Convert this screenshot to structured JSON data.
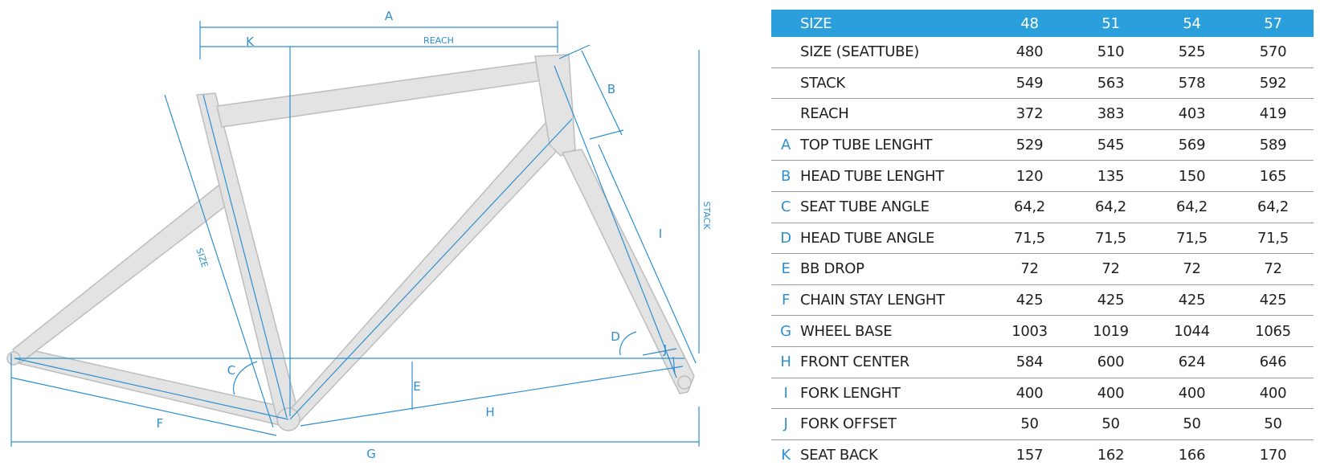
{
  "diagram": {
    "labels": {
      "A": "A",
      "B": "B",
      "C": "C",
      "D": "D",
      "E": "E",
      "F": "F",
      "G": "G",
      "H": "H",
      "I": "I",
      "J": "J",
      "K": "K",
      "reach": "REACH",
      "stack": "STACK",
      "size": "SIZE"
    },
    "colors": {
      "frame_fill": "#e3e3e3",
      "frame_stroke": "#bdbdbd",
      "line": "#2e8fcf"
    }
  },
  "table": {
    "header": {
      "label": "SIZE",
      "sizes": [
        "48",
        "51",
        "54",
        "57"
      ]
    },
    "rows": [
      {
        "letter": "",
        "name": "SIZE (SEATTUBE)",
        "values": [
          "480",
          "510",
          "525",
          "570"
        ]
      },
      {
        "letter": "",
        "name": "STACK",
        "values": [
          "549",
          "563",
          "578",
          "592"
        ]
      },
      {
        "letter": "",
        "name": "REACH",
        "values": [
          "372",
          "383",
          "403",
          "419"
        ]
      },
      {
        "letter": "A",
        "name": "TOP TUBE LENGHT",
        "values": [
          "529",
          "545",
          "569",
          "589"
        ]
      },
      {
        "letter": "B",
        "name": "HEAD TUBE LENGHT",
        "values": [
          "120",
          "135",
          "150",
          "165"
        ]
      },
      {
        "letter": "C",
        "name": "SEAT TUBE ANGLE",
        "values": [
          "64,2",
          "64,2",
          "64,2",
          "64,2"
        ]
      },
      {
        "letter": "D",
        "name": "HEAD TUBE ANGLE",
        "values": [
          "71,5",
          "71,5",
          "71,5",
          "71,5"
        ]
      },
      {
        "letter": "E",
        "name": "BB DROP",
        "values": [
          "72",
          "72",
          "72",
          "72"
        ]
      },
      {
        "letter": "F",
        "name": "CHAIN STAY LENGHT",
        "values": [
          "425",
          "425",
          "425",
          "425"
        ]
      },
      {
        "letter": "G",
        "name": "WHEEL BASE",
        "values": [
          "1003",
          "1019",
          "1044",
          "1065"
        ]
      },
      {
        "letter": "H",
        "name": "FRONT CENTER",
        "values": [
          "584",
          "600",
          "624",
          "646"
        ]
      },
      {
        "letter": "I",
        "name": "FORK LENGHT",
        "values": [
          "400",
          "400",
          "400",
          "400"
        ]
      },
      {
        "letter": "J",
        "name": "FORK OFFSET",
        "values": [
          "50",
          "50",
          "50",
          "50"
        ]
      },
      {
        "letter": "K",
        "name": "SEAT BACK",
        "values": [
          "157",
          "162",
          "166",
          "170"
        ]
      }
    ],
    "colors": {
      "header_bg": "#2b9fdc",
      "letter": "#2e8fcf",
      "row_divider": "#9a9a9a"
    }
  }
}
